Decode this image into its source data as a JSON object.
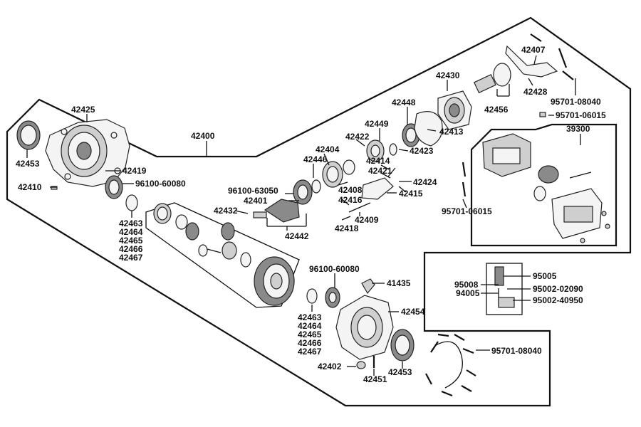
{
  "labels": {
    "l42400": "42400",
    "l42425": "42425",
    "l42453a": "42453",
    "l42419": "42419",
    "l42410": "42410",
    "l96100_60080a": "96100-60080",
    "l42463_stack_a": [
      "42463",
      "42464",
      "42465",
      "42466",
      "42467"
    ],
    "l42432": "42432",
    "l96100_63050": "96100-63050",
    "l42401": "42401",
    "l42442": "42442",
    "l42404": "42404",
    "l42446": "42446",
    "l42422": "42422",
    "l42449": "42449",
    "l42448": "42448",
    "l42430": "42430",
    "l42413": "42413",
    "l42423": "42423",
    "l42414": "42414",
    "l42421": "42421",
    "l42424": "42424",
    "l42408": "42408",
    "l42415": "42415",
    "l42416": "42416",
    "l42409": "42409",
    "l42418": "42418",
    "l42407": "42407",
    "l42428": "42428",
    "l42456": "42456",
    "l95701_08040a": "95701-08040",
    "l95701_06015a": "95701-06015",
    "l39300": "39300",
    "l95701_06015b": "95701-06015",
    "l95005": "95005",
    "l95008": "95008",
    "l94005": "94005",
    "l95002_02090": "95002-02090",
    "l95002_40950": "95002-40950",
    "l96100_60080b": "96100-60080",
    "l41435": "41435",
    "l42454": "42454",
    "l42463_stack_b": [
      "42463",
      "42464",
      "42465",
      "42466",
      "42467"
    ],
    "l95701_08040b": "95701-08040",
    "l42402": "42402",
    "l42451": "42451",
    "l42453b": "42453"
  }
}
